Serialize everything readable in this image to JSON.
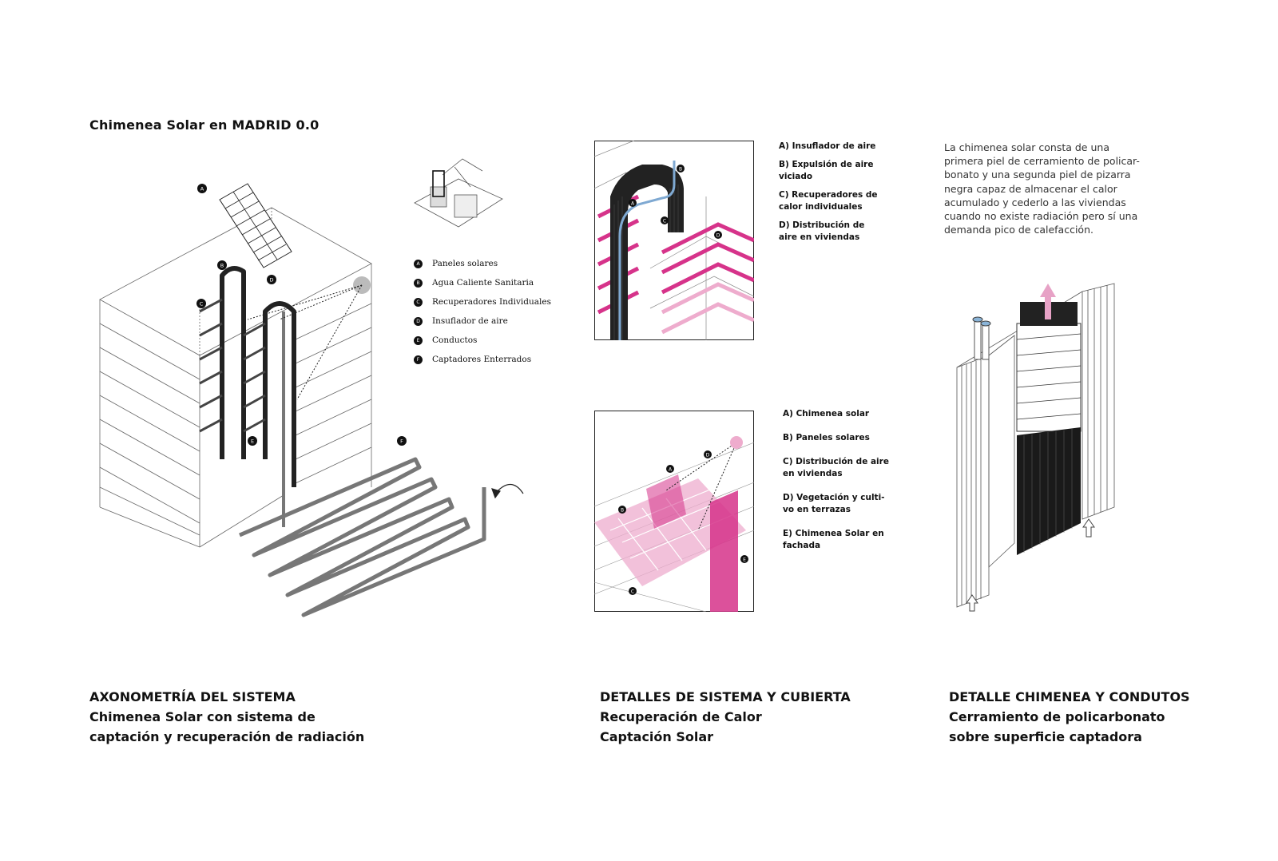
{
  "header": {
    "title": "Chimenea Solar en MADRID 0.0"
  },
  "axonometry": {
    "legend": [
      {
        "letter": "A",
        "label": "Paneles solares"
      },
      {
        "letter": "B",
        "label": "Agua Caliente Sanitaria"
      },
      {
        "letter": "C",
        "label": "Recuperadores Individuales"
      },
      {
        "letter": "D",
        "label": "Insuflador de aire"
      },
      {
        "letter": "E",
        "label": "Conductos"
      },
      {
        "letter": "F",
        "label": "Captadores Enterrados"
      }
    ],
    "tags": {
      "a": "A",
      "b": "B",
      "c": "C",
      "d": "D",
      "e": "E",
      "f": "F"
    }
  },
  "detail_top": {
    "labels": [
      "A) Insuflador de aire",
      "B) Expulsión de aire\nviciado",
      "C) Recuperadores de\ncalor individuales",
      "D) Distribución de\naire en viviendas"
    ],
    "tags": {
      "a": "A",
      "b": "B",
      "c": "C",
      "d": "D"
    }
  },
  "detail_bottom": {
    "labels": [
      "A) Chimenea solar",
      "B) Paneles solares",
      "C) Distribución de aire\nen viviendas",
      "D) Vegetación y culti-\nvo en terrazas",
      "E) Chimenea Solar en\nfachada"
    ],
    "tags": {
      "a": "A",
      "b": "B",
      "c": "C",
      "d": "D",
      "e": "E"
    }
  },
  "description": {
    "lines": [
      "La chimenea solar consta de una",
      "primera piel de cerramiento de policar-",
      "bonato y una segunda piel de pizarra",
      "negra capaz de almacenar el calor",
      "acumulado y cederlo a las viviendas",
      "cuando no existe radiación pero sí una",
      "demanda pico de calefacción."
    ]
  },
  "captions": {
    "left": {
      "heading": "AXONOMETRÍA DEL SISTEMA",
      "line1": "Chimenea Solar con sistema de",
      "line2": "captación y recuperación de radiación"
    },
    "middle": {
      "heading": "DETALLES DE SISTEMA Y CUBIERTA",
      "line1": "Recuperación de Calor",
      "line2": "Captación Solar"
    },
    "right": {
      "heading": "DETALLE CHIMENEA Y CONDUTOS",
      "line1": "Cerramiento de policarbonato",
      "line2": "sobre superficie captadora"
    }
  },
  "colors": {
    "accent_pink": "#d6338a",
    "light_pink": "#eeaccd",
    "ink": "#111111",
    "line_grey": "#777777"
  }
}
